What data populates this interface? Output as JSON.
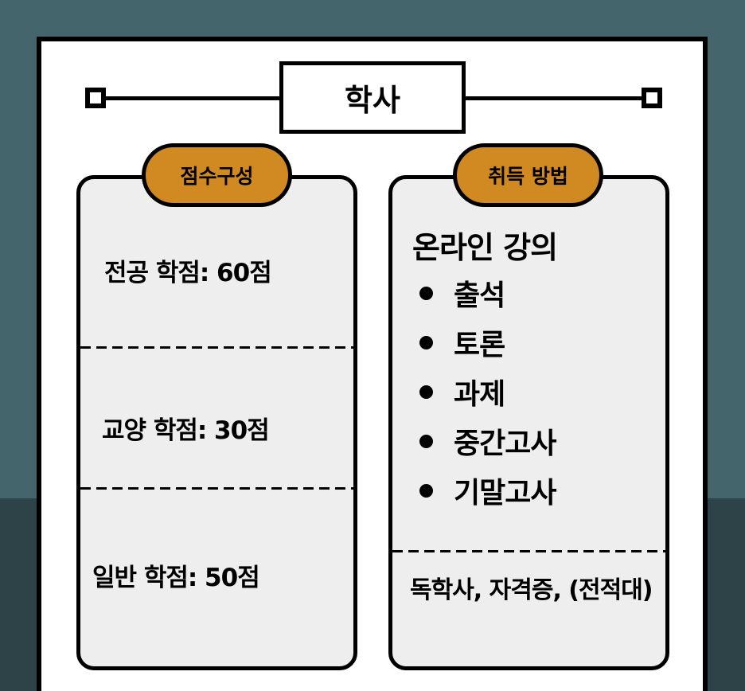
{
  "colors": {
    "background_top": "#44656b",
    "background_bottom": "#2e4347",
    "frame_fill": "#ffffff",
    "card_fill": "#eeeeee",
    "pill_fill": "#d18a21",
    "stroke": "#000000"
  },
  "title": "학사",
  "score_card": {
    "label": "점수구성",
    "items": [
      {
        "text": "전공 학점: 60점",
        "category": "전공 학점",
        "points": 60
      },
      {
        "text": "교양 학점: 30점",
        "category": "교양 학점",
        "points": 30
      },
      {
        "text": "일반 학점: 50점",
        "category": "일반 학점",
        "points": 50
      }
    ]
  },
  "method_card": {
    "label": "취득 방법",
    "heading": "온라인 강의",
    "items": [
      "출석",
      "토론",
      "과제",
      "중간고사",
      "기말고사"
    ],
    "other": "독학사, 자격증, (전적대)"
  }
}
